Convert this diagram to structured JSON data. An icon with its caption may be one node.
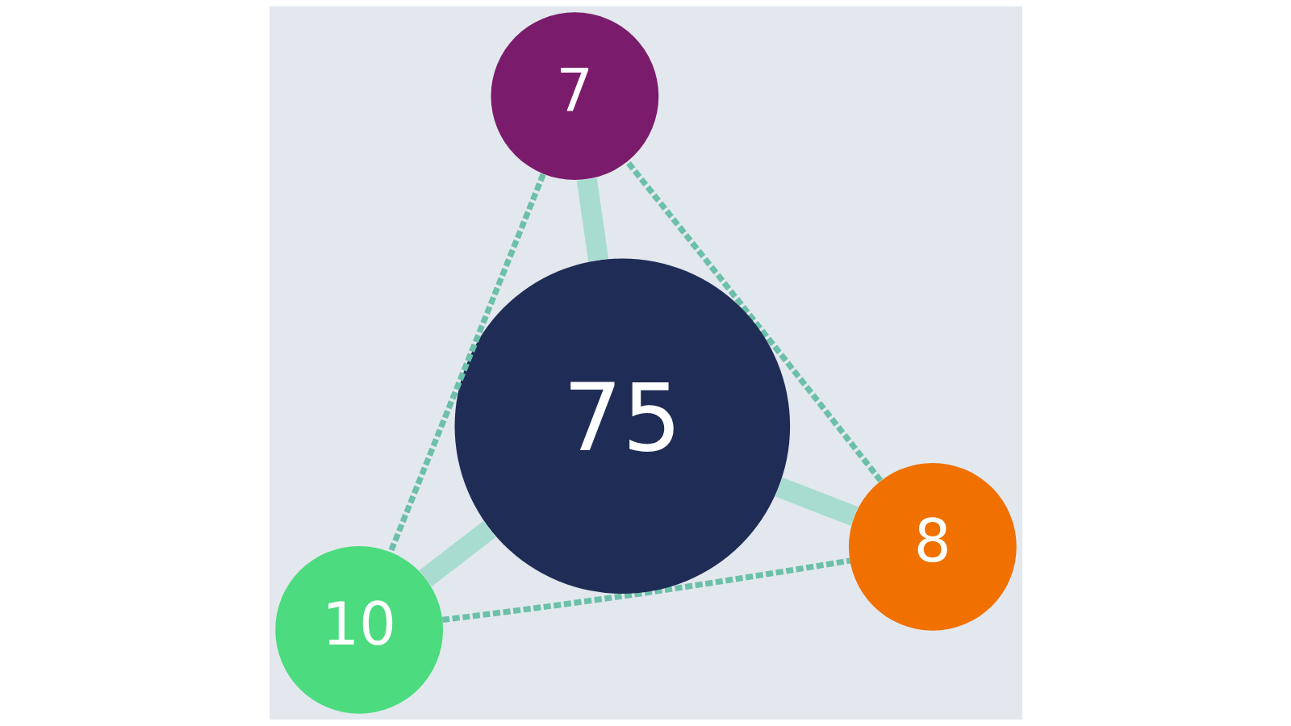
{
  "diagram": {
    "nodes": [
      {
        "text": [
          "10"
        ]
      },
      {
        "text": [
          "8"
        ]
      },
      {
        "text": [
          "75"
        ]
      },
      {
        "text": [
          "7"
        ]
      }
    ],
    "edges": [
      {
        "from": 2,
        "to": 0,
        "arrow": "none",
        "style": "thick"
      },
      {
        "from": 2,
        "to": 1,
        "arrow": "none",
        "style": "thick"
      },
      {
        "from": 2,
        "to": 3,
        "arrow": "none",
        "style": "thick"
      },
      {
        "from": 0,
        "to": 1,
        "arrow": "none",
        "style": "dashed",
        "color": "#6cc0aa"
      },
      {
        "from": 1,
        "to": 3,
        "arrow": "none",
        "style": "dashed",
        "color": "#6cc0aa"
      },
      {
        "from": 3,
        "to": 0,
        "arrow": "none",
        "style": "dashed",
        "color": "#6cc0aa"
      }
    ]
  }
}
